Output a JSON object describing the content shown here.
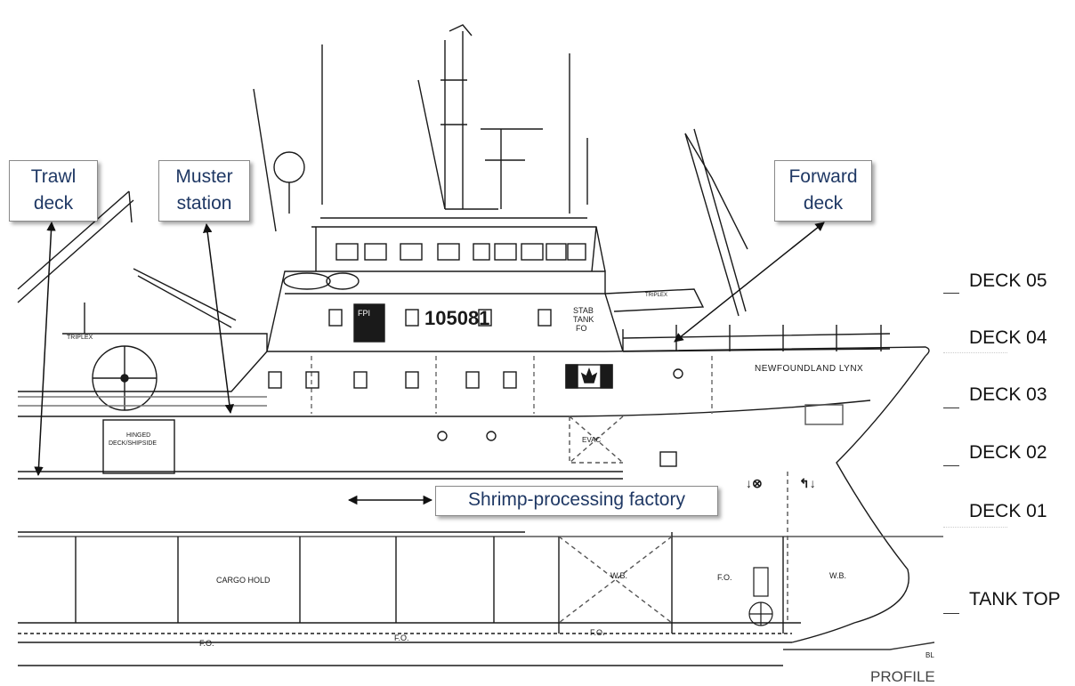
{
  "callouts": {
    "trawl_deck": [
      "Trawl",
      "deck"
    ],
    "muster_station": [
      "Muster",
      "station"
    ],
    "forward_deck": [
      "Forward",
      "deck"
    ],
    "factory": "Shrimp-processing factory"
  },
  "deck_levels": [
    "DECK 05",
    "DECK 04",
    "DECK 03",
    "DECK 02",
    "DECK 01",
    "TANK TOP"
  ],
  "drawing_text": {
    "hull_number": "105081",
    "ship_name": "NEWFOUNDLAND LYNX",
    "cargo_hold": "CARGO HOLD",
    "fuel_oil": "F.O.",
    "water_ballast": "W.B.",
    "stab_tank_line1": "STAB",
    "stab_tank_line2": "TANK",
    "stab_tank_line3": "FO",
    "hinged_line1": "HINGED",
    "hinged_line2": "DECK/SHIPSIDE",
    "evac": "EVAC",
    "baseline": "BL",
    "view": "PROFILE",
    "crane_brand": "TRIPLEX",
    "company": "FPI"
  },
  "colors": {
    "callout_text": "#1f3864",
    "line": "#1a1a1a"
  }
}
